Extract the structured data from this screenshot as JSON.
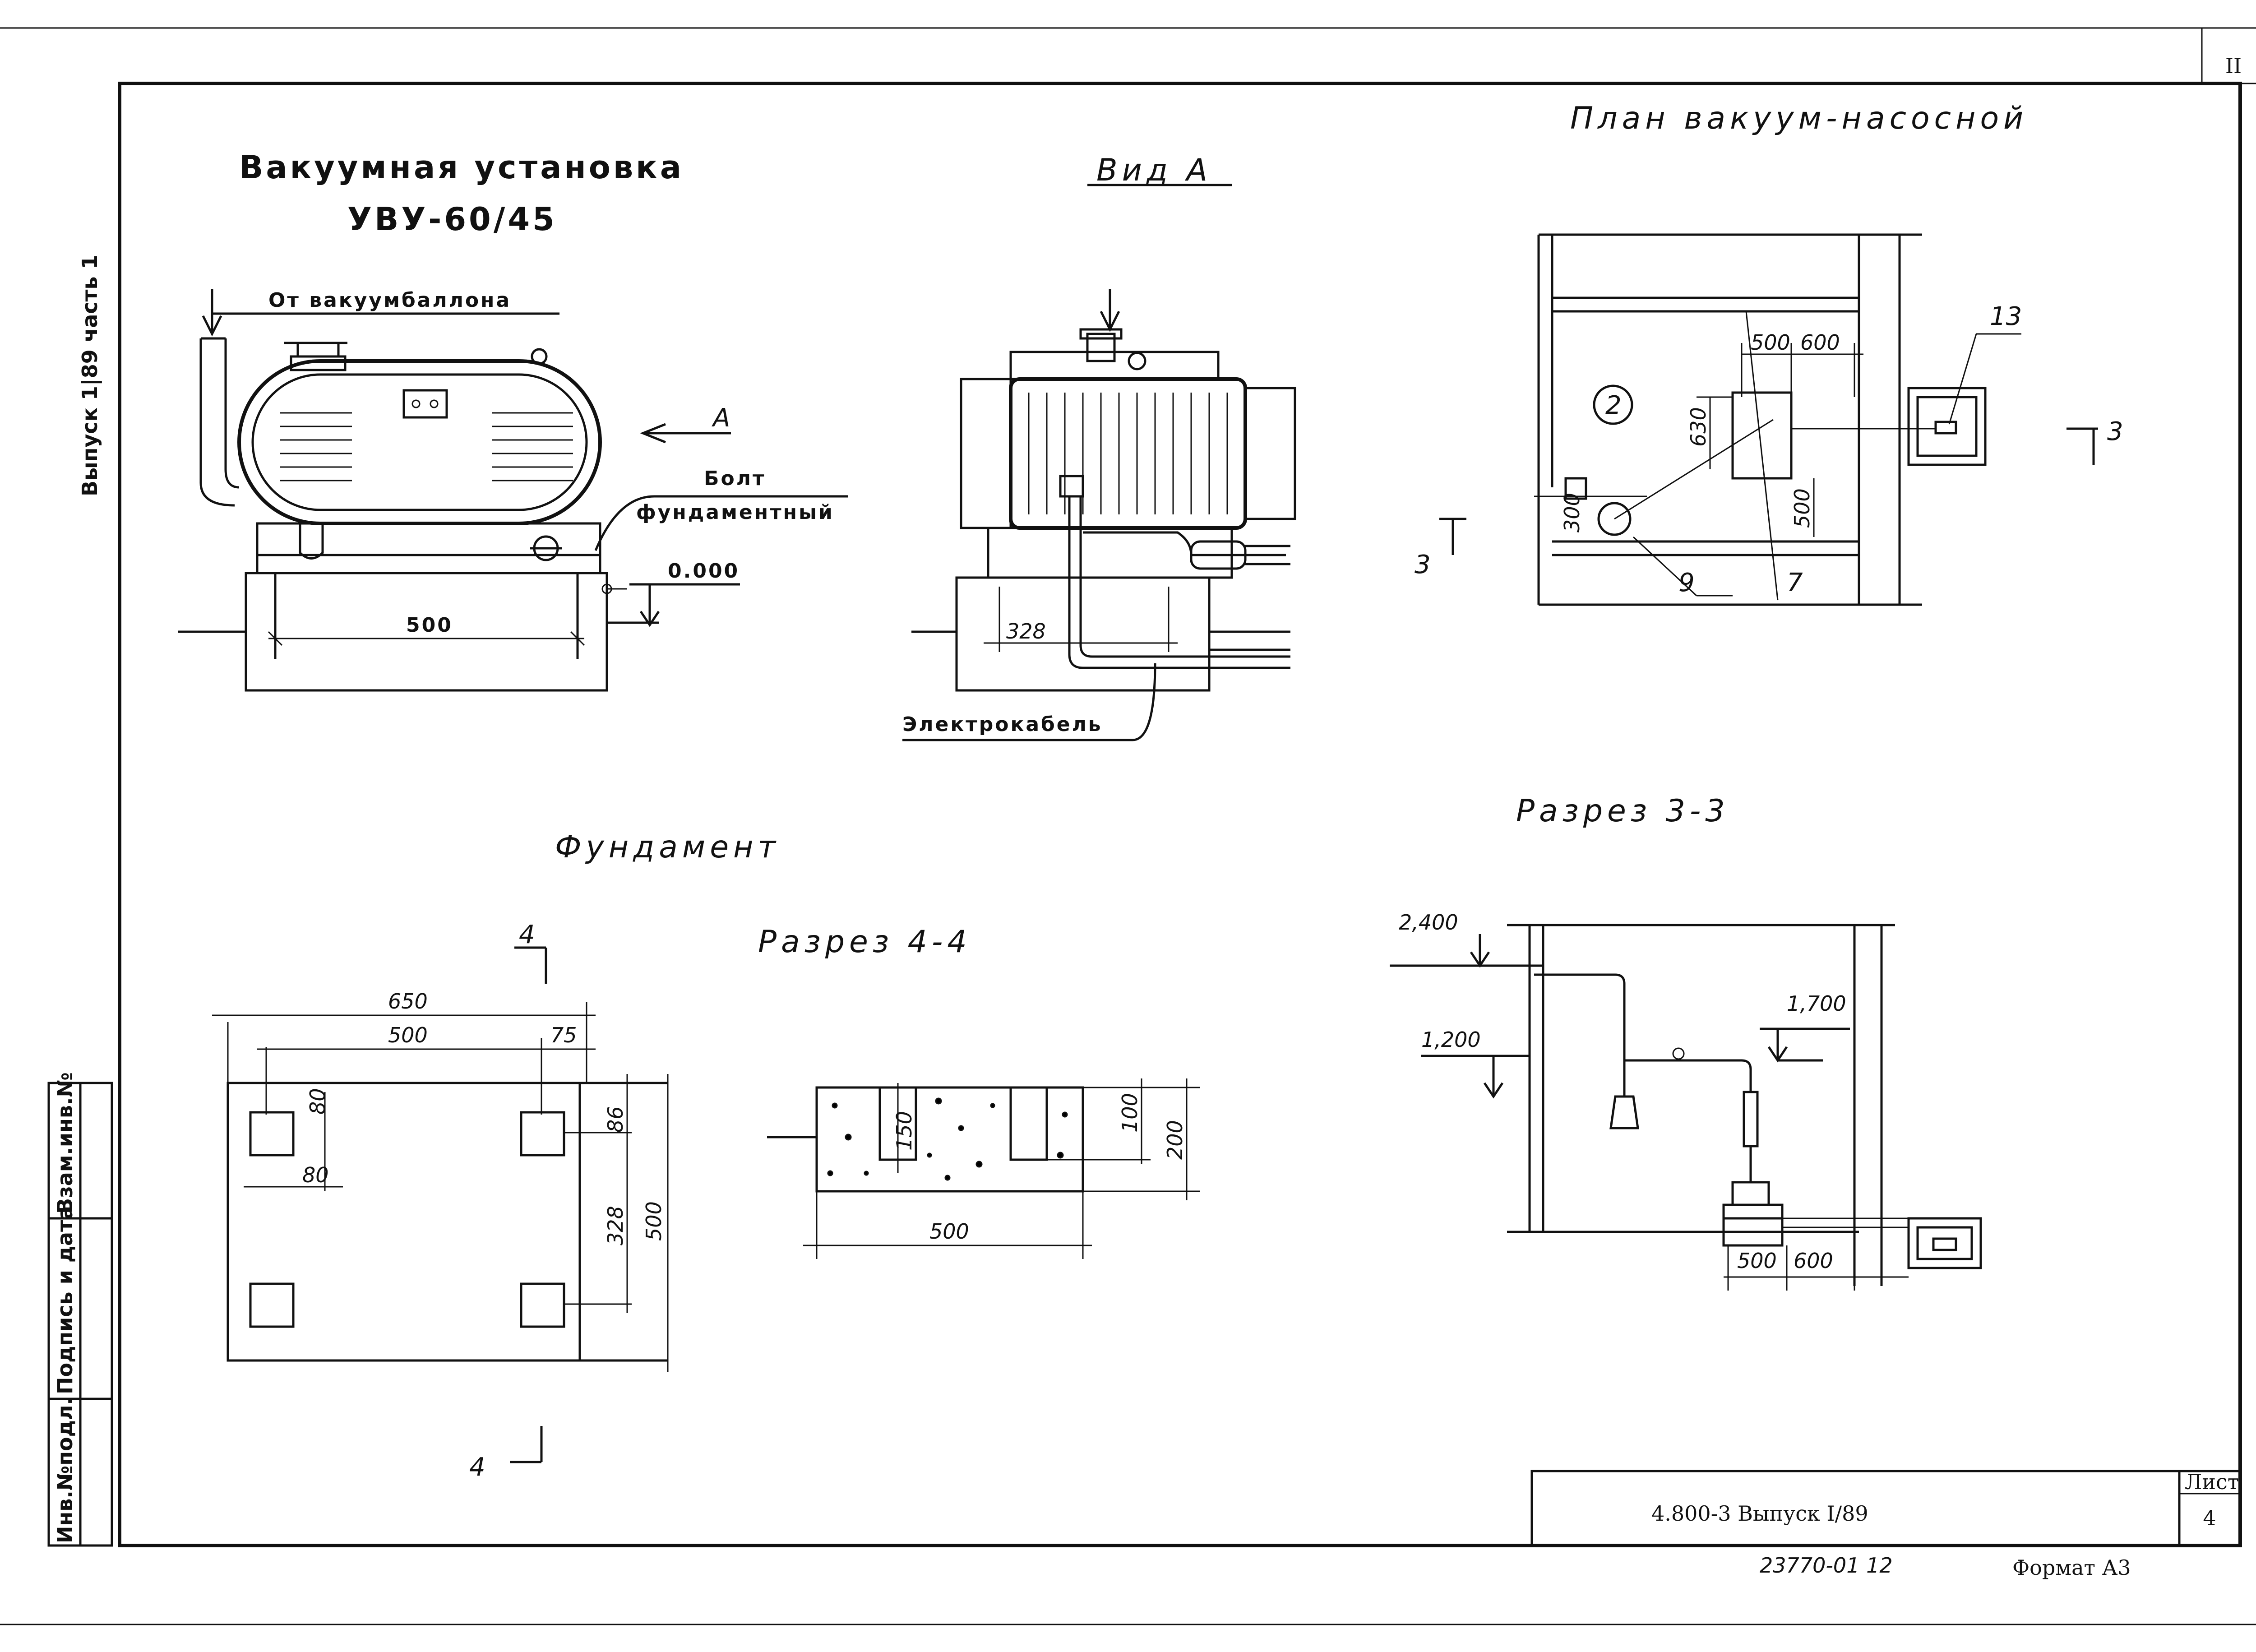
{
  "sheet": {
    "corner_number": "II",
    "side_label": "Выпуск 1|89 часть 1",
    "margin_stamp": [
      "Инв.№подл.",
      "Подпись и дата",
      "Взам.инв.№"
    ]
  },
  "views": {
    "unit_title_line1": "Вакуумная установка",
    "unit_title_line2": "УВУ-60/45",
    "view_a_title": "Вид А",
    "plan_title": "План вакуум-насосной",
    "foundation_title": "Фундамент",
    "section_44_title": "Разрез 4-4",
    "section_33_title": "Разрез 3-3"
  },
  "callouts": {
    "from_receiver": "От вакуумбаллона",
    "view_arrow": "А",
    "bolt_line1": "Болт",
    "bolt_line2": "фундаментный",
    "elevation_zero": "0.000",
    "cable": "Электрокабель"
  },
  "dimensions": {
    "unit_base": "500",
    "view_a_bolts": "328",
    "plan_a": "500",
    "plan_b": "600",
    "plan_c": "630",
    "plan_d": "500",
    "plan_e": "300",
    "found_650": "650",
    "found_500": "500",
    "found_75": "75",
    "found_80a": "80",
    "found_80b": "80",
    "found_86": "86",
    "found_328": "328",
    "found_500v": "500",
    "sect_150": "150",
    "sect_100": "100",
    "sect_200": "200",
    "sect_500": "500",
    "elev_2400": "2,400",
    "elev_1200": "1,200",
    "elev_1700": "1,700",
    "s33_500": "500",
    "s33_600": "600"
  },
  "positions": {
    "p13": "13",
    "p2": "2",
    "p9": "9",
    "p7": "7",
    "cut3_left": "3",
    "cut3_right": "3",
    "cut4_top": "4",
    "cut4_bottom": "4"
  },
  "title_block": {
    "designation": "4.800-3 Выпуск I/89",
    "sheet_label": "Лист",
    "sheet_number": "4",
    "inventory": "23770-01 12",
    "format": "Формат А3"
  }
}
